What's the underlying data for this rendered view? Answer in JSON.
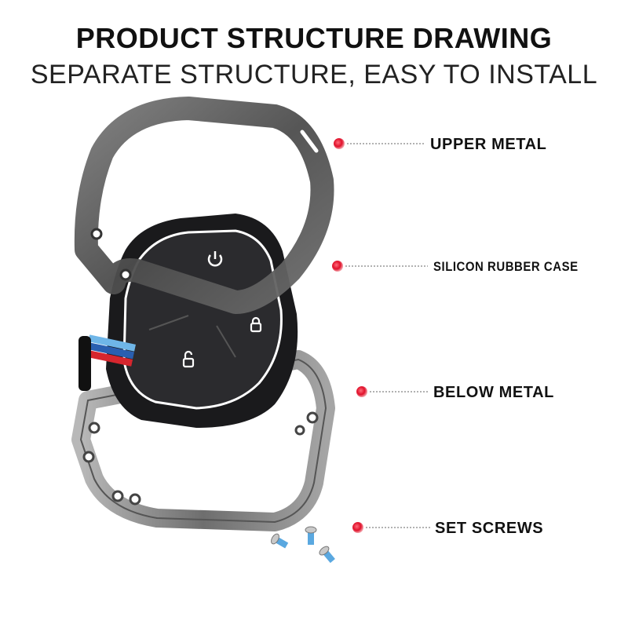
{
  "header": {
    "title": "PRODUCT STRUCTURE DRAWING",
    "subtitle": "SEPARATE STRUCTURE, EASY TO INSTALL"
  },
  "callouts": [
    {
      "label": "UPPER METAL"
    },
    {
      "label": "SILICON RUBBER CASE"
    },
    {
      "label": "BELOW METAL"
    },
    {
      "label": "SET SCREWS"
    }
  ],
  "colors": {
    "marker": "#e0102a",
    "upper_metal": "#5a5a5a",
    "rubber_case": "#1a1a1c",
    "below_metal": "#8c8c8c",
    "stripe_light_blue": "#6fb6e8",
    "stripe_dark_blue": "#2a5fb0",
    "stripe_red": "#d6262e"
  },
  "icons": [
    "power-icon",
    "lock-icon",
    "unlock-icon",
    "screw-icon"
  ]
}
